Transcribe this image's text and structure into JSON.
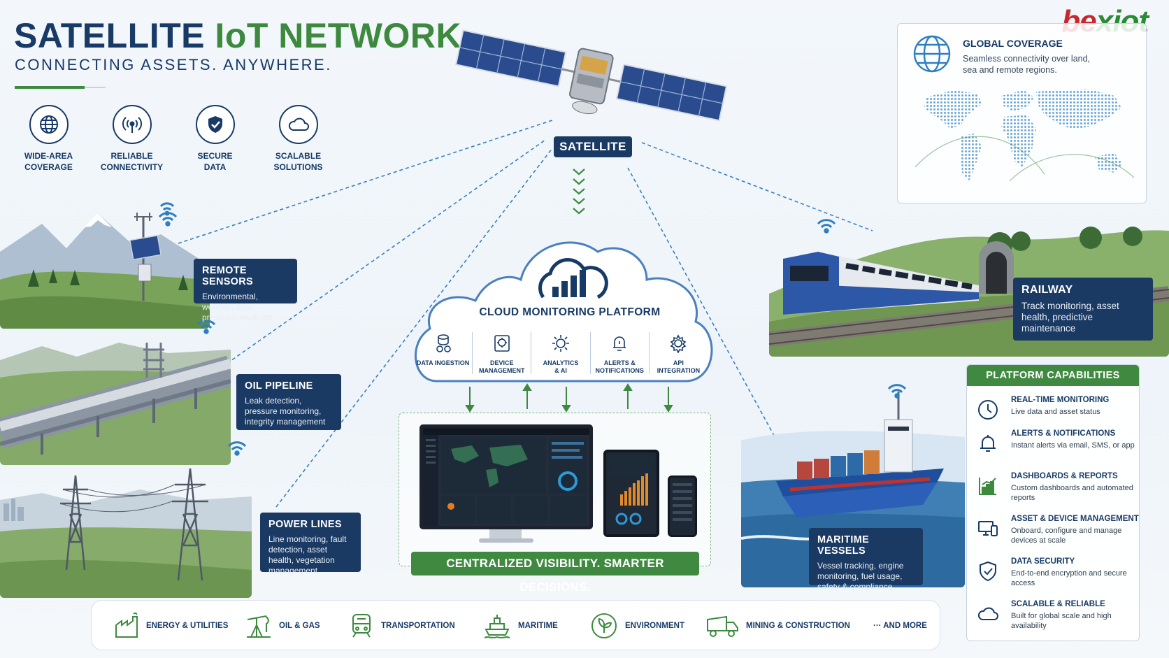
{
  "header": {
    "title_part1": "SATELLITE",
    "title_part2": "IoT NETWORK",
    "subtitle": "CONNECTING ASSETS. ANYWHERE."
  },
  "brand": {
    "part1": "be",
    "part2": "xiot"
  },
  "features": [
    {
      "label_line1": "WIDE-AREA",
      "label_line2": "COVERAGE",
      "icon": "globe-icon"
    },
    {
      "label_line1": "RELIABLE",
      "label_line2": "CONNECTIVITY",
      "icon": "signal-icon"
    },
    {
      "label_line1": "SECURE",
      "label_line2": "DATA",
      "icon": "shield-icon"
    },
    {
      "label_line1": "SCALABLE",
      "label_line2": "SOLUTIONS",
      "icon": "cloud-icon"
    }
  ],
  "coverage": {
    "title": "GLOBAL COVERAGE",
    "description": "Seamless connectivity over land, sea and remote regions."
  },
  "satellite": {
    "label": "SATELLITE"
  },
  "assets": {
    "sensors": {
      "title": "REMOTE SENSORS",
      "description": "Environmental, weather, flow, pressure, level, etc."
    },
    "pipeline": {
      "title": "OIL PIPELINE",
      "description": "Leak detection, pressure monitoring, integrity management"
    },
    "power": {
      "title": "POWER LINES",
      "description": "Line monitoring, fault detection, asset health, vegetation management"
    },
    "railway": {
      "title": "RAILWAY",
      "description": "Track monitoring, asset health, predictive maintenance"
    },
    "maritime": {
      "title": "MARITIME VESSELS",
      "description": "Vessel tracking, engine monitoring, fuel usage, safety & compliance"
    }
  },
  "cloud": {
    "title": "CLOUD MONITORING PLATFORM",
    "modules": [
      {
        "line1": "DATA INGESTION",
        "line2": "",
        "icon": "data-ingestion-icon"
      },
      {
        "line1": "DEVICE",
        "line2": "MANAGEMENT",
        "icon": "device-management-icon"
      },
      {
        "line1": "ANALYTICS",
        "line2": "& AI",
        "icon": "analytics-icon"
      },
      {
        "line1": "ALERTS &",
        "line2": "NOTIFICATIONS",
        "icon": "alert-icon"
      },
      {
        "line1": "API",
        "line2": "INTEGRATION",
        "icon": "api-icon"
      }
    ]
  },
  "banner": "CENTRALIZED VISIBILITY. SMARTER DECISIONS.",
  "capabilities": {
    "title": "PLATFORM CAPABILITIES",
    "items": [
      {
        "title": "REAL-TIME MONITORING",
        "description": "Live data and asset status",
        "icon": "clock-icon"
      },
      {
        "title": "ALERTS & NOTIFICATIONS",
        "description": "Instant alerts via email, SMS, or app",
        "icon": "bell-icon"
      },
      {
        "title": "DASHBOARDS & REPORTS",
        "description": "Custom dashboards and automated reports",
        "icon": "chart-icon"
      },
      {
        "title": "ASSET & DEVICE MANAGEMENT",
        "description": "Onboard, configure and manage devices at scale",
        "icon": "devices-icon"
      },
      {
        "title": "DATA SECURITY",
        "description": "End-to-end encryption and secure access",
        "icon": "shield-check-icon"
      },
      {
        "title": "SCALABLE & RELIABLE",
        "description": "Built for global scale and high availability",
        "icon": "cloud-icon"
      }
    ]
  },
  "industries": [
    {
      "label": "ENERGY & UTILITIES",
      "icon": "factory-icon"
    },
    {
      "label": "OIL & GAS",
      "icon": "pumpjack-icon"
    },
    {
      "label": "TRANSPORTATION",
      "icon": "train-icon"
    },
    {
      "label": "MARITIME",
      "icon": "ship-icon"
    },
    {
      "label": "ENVIRONMENT",
      "icon": "leaf-icon"
    },
    {
      "label": "MINING & CONSTRUCTION",
      "icon": "truck-icon"
    },
    {
      "label": "··· AND MORE",
      "icon": ""
    }
  ],
  "colors": {
    "navy": "#173a66",
    "green": "#3d8a3f",
    "accent_blue": "#2d7fc1",
    "brand_red": "#c8282d"
  }
}
